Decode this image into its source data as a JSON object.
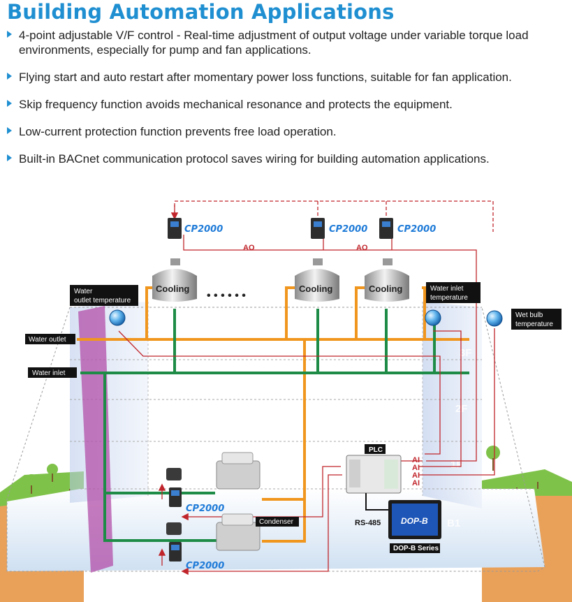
{
  "title": "Building Automation Applications",
  "bullets": [
    "4-point adjustable V/F control - Real-time adjustment of output voltage under variable torque load environments, especially for pump and fan applications.",
    "Flying start and auto restart after momentary power loss functions, suitable for fan application.",
    "Skip frequency function avoids mechanical resonance and protects the equipment.",
    "Low-current protection function prevents free load operation.",
    "Built-in BACnet communication protocol saves wiring for building automation applications."
  ],
  "diagram": {
    "drive_label": "CP2000",
    "cooling_label": "Cooling",
    "ellipsis": "• • • • • •",
    "ao_label": "AO",
    "ai_label": "AI",
    "water_outlet_temp": [
      "Water",
      "outlet temperature"
    ],
    "water_inlet_temp": [
      "Water inlet",
      "temperature"
    ],
    "wet_bulb_temp": [
      "Wet bulb",
      "temperature"
    ],
    "water_outlet": "Water outlet",
    "water_inlet": "Water inlet",
    "plc": "PLC",
    "condenser": "Condenser",
    "rs485": "RS-485",
    "dop_screen": "DOP-B",
    "dop_series": "DOP-B Series",
    "floors": [
      "3F",
      "2F",
      "1F",
      "B1"
    ]
  },
  "colors": {
    "title": "#1f8fd1",
    "pipe_outlet": "#f0961e",
    "pipe_inlet": "#1e8c46",
    "signal": "#c0252b",
    "column": "#b34fa8",
    "drive_text": "#1f7bd8"
  }
}
